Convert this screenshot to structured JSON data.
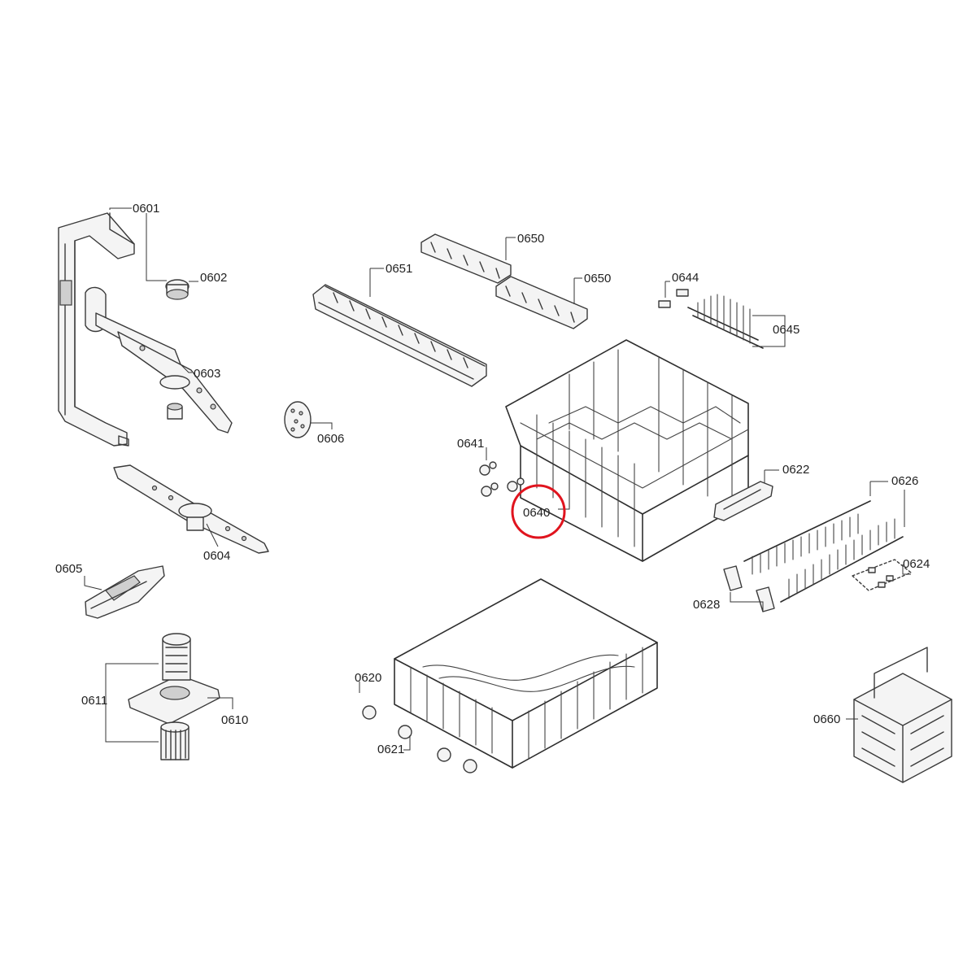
{
  "diagram": {
    "highlight_color": "#e0141e",
    "highlighted_part": "0640",
    "callouts": {
      "c0601": "0601",
      "c0602": "0602",
      "c0603": "0603",
      "c0604": "0604",
      "c0605": "0605",
      "c0606": "0606",
      "c0610": "0610",
      "c0611": "0611",
      "c0620": "0620",
      "c0621": "0621",
      "c0622": "0622",
      "c0624": "0624",
      "c0626": "0626",
      "c0628": "0628",
      "c0640": "0640",
      "c0641": "0641",
      "c0644": "0644",
      "c0645": "0645",
      "c0650a": "0650",
      "c0650b": "0650",
      "c0651": "0651",
      "c0660": "0660"
    }
  }
}
